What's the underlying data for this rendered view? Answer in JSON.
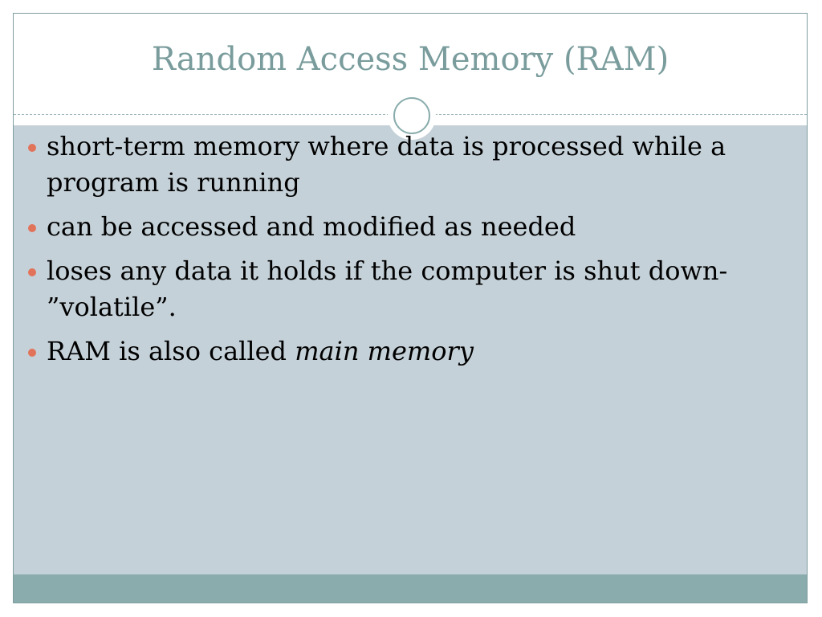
{
  "slide": {
    "title": "Random Access Memory (RAM)",
    "bullets": [
      {
        "text": "short-term memory where data is processed while a program is running"
      },
      {
        "text": "can be accessed and modified as needed"
      },
      {
        "text": "loses any data it holds if the computer is shut down- ”volatile”."
      },
      {
        "text": "RAM is also called ",
        "emphasis": "main memory"
      }
    ]
  },
  "colors": {
    "title": "#7a9c9c",
    "content_background": "#c5d1d8",
    "footer_band": "#8aacac",
    "bullet": "#e2735b",
    "ornament_ring": "#8aacac"
  }
}
